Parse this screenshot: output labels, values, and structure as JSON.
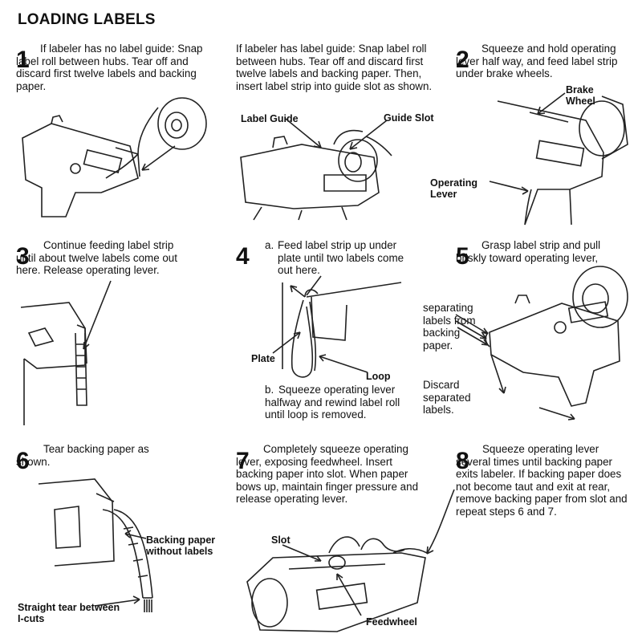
{
  "title": "LOADING LABELS",
  "steps": {
    "s1": {
      "number": "1",
      "text": "If labeler has no label guide: Snap label roll between hubs. Tear off and discard first twelve labels and backing paper."
    },
    "s1b": {
      "text": "If labeler has label guide: Snap label roll between hubs. Tear off and discard first twelve labels and backing paper. Then, insert label strip into guide slot as shown.",
      "label_guide": "Label Guide",
      "guide_slot": "Guide Slot"
    },
    "s2": {
      "number": "2",
      "text": "Squeeze and hold operating lever half way, and feed label strip under brake wheels.",
      "brake_wheel": "Brake Wheel",
      "operating_lever": "Operating Lever"
    },
    "s3": {
      "number": "3",
      "text": "Continue feeding label strip until about twelve labels come out here. Release operating lever."
    },
    "s4": {
      "number": "4",
      "a_marker": "a.",
      "a_text": "Feed label strip up under plate until two labels come out here.",
      "plate": "Plate",
      "loop": "Loop",
      "b_marker": "b.",
      "b_text": "Squeeze operating lever halfway and rewind label roll until loop is removed."
    },
    "s5": {
      "number": "5",
      "text": "Grasp label strip and pull briskly toward operating lever,",
      "separating": "separating labels from backing paper.",
      "discard": "Discard separated labels."
    },
    "s6": {
      "number": "6",
      "text": "Tear backing paper as shown.",
      "backing": "Backing paper without labels",
      "straight": "Straight tear between I-cuts"
    },
    "s7": {
      "number": "7",
      "text": "Completely squeeze operating lever, exposing feedwheel. Insert backing paper into slot. When paper bows up, maintain finger pressure and release operating lever.",
      "slot": "Slot",
      "feedwheel": "Feedwheel"
    },
    "s8": {
      "number": "8",
      "text": "Squeeze operating lever several times until backing paper exits labeler. If backing paper does not become taut and exit at rear, remove backing paper from slot and repeat steps 6 and 7."
    }
  }
}
